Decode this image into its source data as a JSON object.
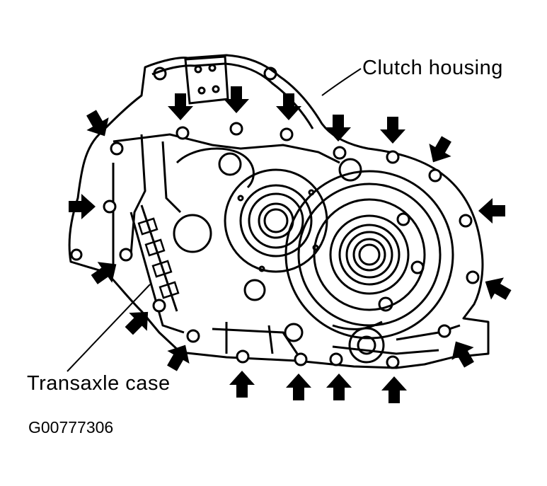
{
  "labels": {
    "clutch_housing": "Clutch housing",
    "transaxle_case": "Transaxle case",
    "figure_code": "G00777306"
  },
  "colors": {
    "ink": "#000000",
    "paper": "#ffffff"
  },
  "bolts": [
    {
      "id": 1,
      "arrow": "left-top"
    },
    {
      "id": 2,
      "arrow": "top"
    },
    {
      "id": 3,
      "arrow": "top"
    },
    {
      "id": 4,
      "arrow": "top"
    },
    {
      "id": 5,
      "arrow": "top"
    },
    {
      "id": 6,
      "arrow": "top"
    },
    {
      "id": 7,
      "arrow": "top-right"
    },
    {
      "id": 8,
      "arrow": "right"
    },
    {
      "id": 9,
      "arrow": "right"
    },
    {
      "id": 10,
      "arrow": "bottom-right"
    },
    {
      "id": 11,
      "arrow": "bottom"
    },
    {
      "id": 12,
      "arrow": "bottom"
    },
    {
      "id": 13,
      "arrow": "bottom"
    },
    {
      "id": 14,
      "arrow": "bottom"
    },
    {
      "id": 15,
      "arrow": "bottom-left"
    },
    {
      "id": 16,
      "arrow": "bottom-left"
    },
    {
      "id": 17,
      "arrow": "bottom-left"
    },
    {
      "id": 18,
      "arrow": "left"
    }
  ]
}
